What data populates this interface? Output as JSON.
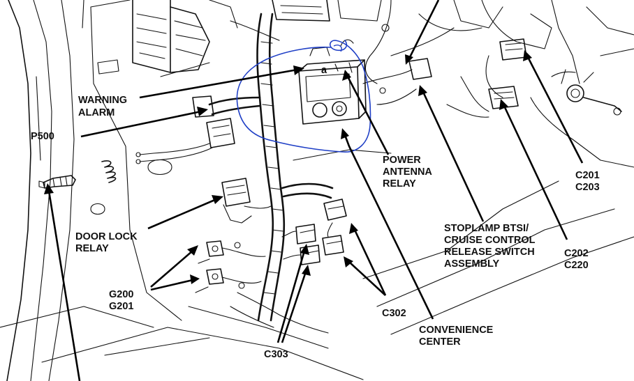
{
  "labels": {
    "warning_alarm_1": "WARNING",
    "warning_alarm_2": "ALARM",
    "p500": "P500",
    "power_antenna_1": "POWER",
    "power_antenna_2": "ANTENNA",
    "power_antenna_3": "RELAY",
    "door_lock_1": "DOOR LOCK",
    "door_lock_2": "RELAY",
    "g200": "G200",
    "g201": "G201",
    "c303": "C303",
    "c302": "C302",
    "convenience_1": "CONVENIENCE",
    "convenience_2": "CENTER",
    "stoplamp_1": "STOPLAMP BTSI/",
    "stoplamp_2": "CRUISE CONTROL",
    "stoplamp_3": "RELEASE SWITCH",
    "stoplamp_4": "ASSEMBLY",
    "c201": "C201",
    "c203": "C203",
    "c202": "C202",
    "c220": "C220",
    "module_mark": "a"
  },
  "colors": {
    "ink": "#111111",
    "annotation_circle": "#1f3fc6",
    "background": "#ffffff"
  }
}
